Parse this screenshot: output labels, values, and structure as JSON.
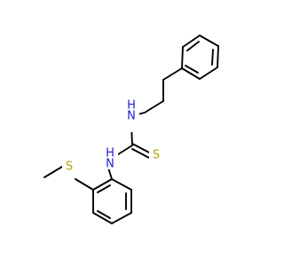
{
  "molecule": {
    "colors": {
      "bond": "#000000",
      "nitrogen": "#1f1fd6",
      "sulfur": "#b3a000"
    },
    "atoms": [
      {
        "id": "n_upper",
        "label": "N",
        "sub": "H",
        "element": "nitrogen"
      },
      {
        "id": "n_lower",
        "label": "N",
        "sub": "H",
        "element": "nitrogen"
      },
      {
        "id": "s_thione",
        "label": "S",
        "sub": "",
        "element": "sulfur"
      },
      {
        "id": "s_thioether",
        "label": "S",
        "sub": "",
        "element": "sulfur"
      }
    ]
  }
}
